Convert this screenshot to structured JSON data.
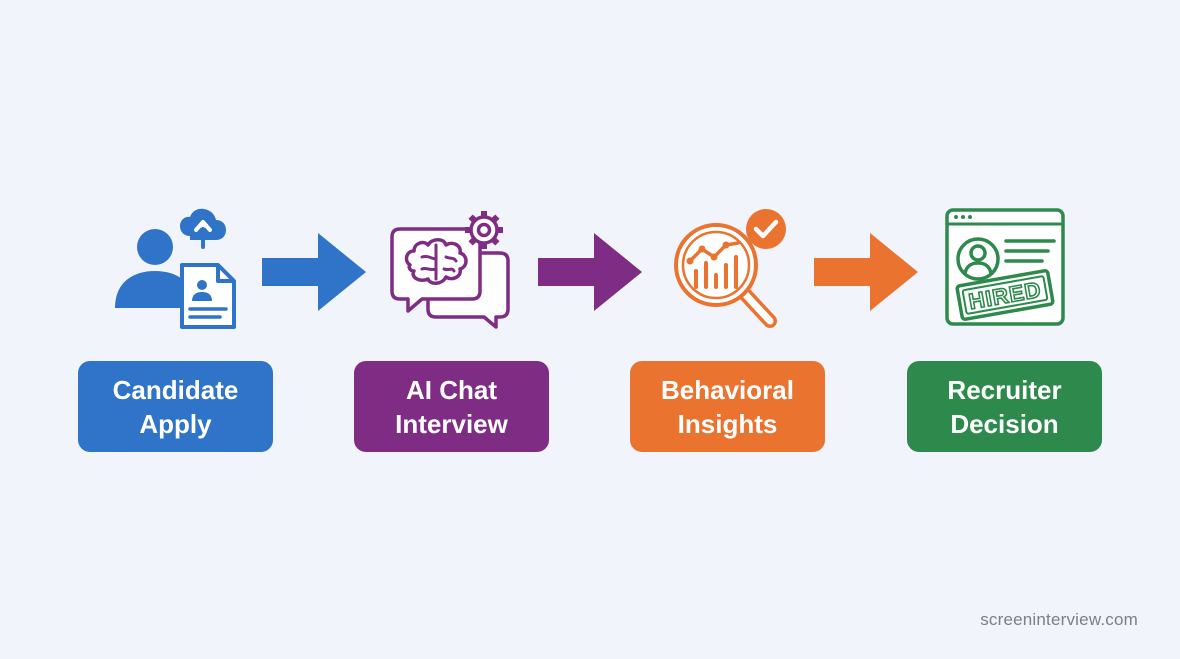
{
  "colors": {
    "background": "#f1f4fa",
    "blue": "#2f74c8",
    "purple": "#7f2c85",
    "orange": "#ea7330",
    "green": "#2d8a4c"
  },
  "steps": [
    {
      "line1": "Candidate",
      "line2": "Apply",
      "color": "#2f74c8",
      "icon": "candidate-upload-resume-icon"
    },
    {
      "line1": "AI Chat",
      "line2": "Interview",
      "color": "#7f2c85",
      "icon": "ai-brain-chat-icon"
    },
    {
      "line1": "Behavioral",
      "line2": "Insights",
      "color": "#ea7330",
      "icon": "analytics-magnifier-icon"
    },
    {
      "line1": "Recruiter",
      "line2": "Decision",
      "color": "#2d8a4c",
      "icon": "hired-profile-icon"
    }
  ],
  "hired_stamp": "HIRED",
  "watermark": "screeninterview.com"
}
